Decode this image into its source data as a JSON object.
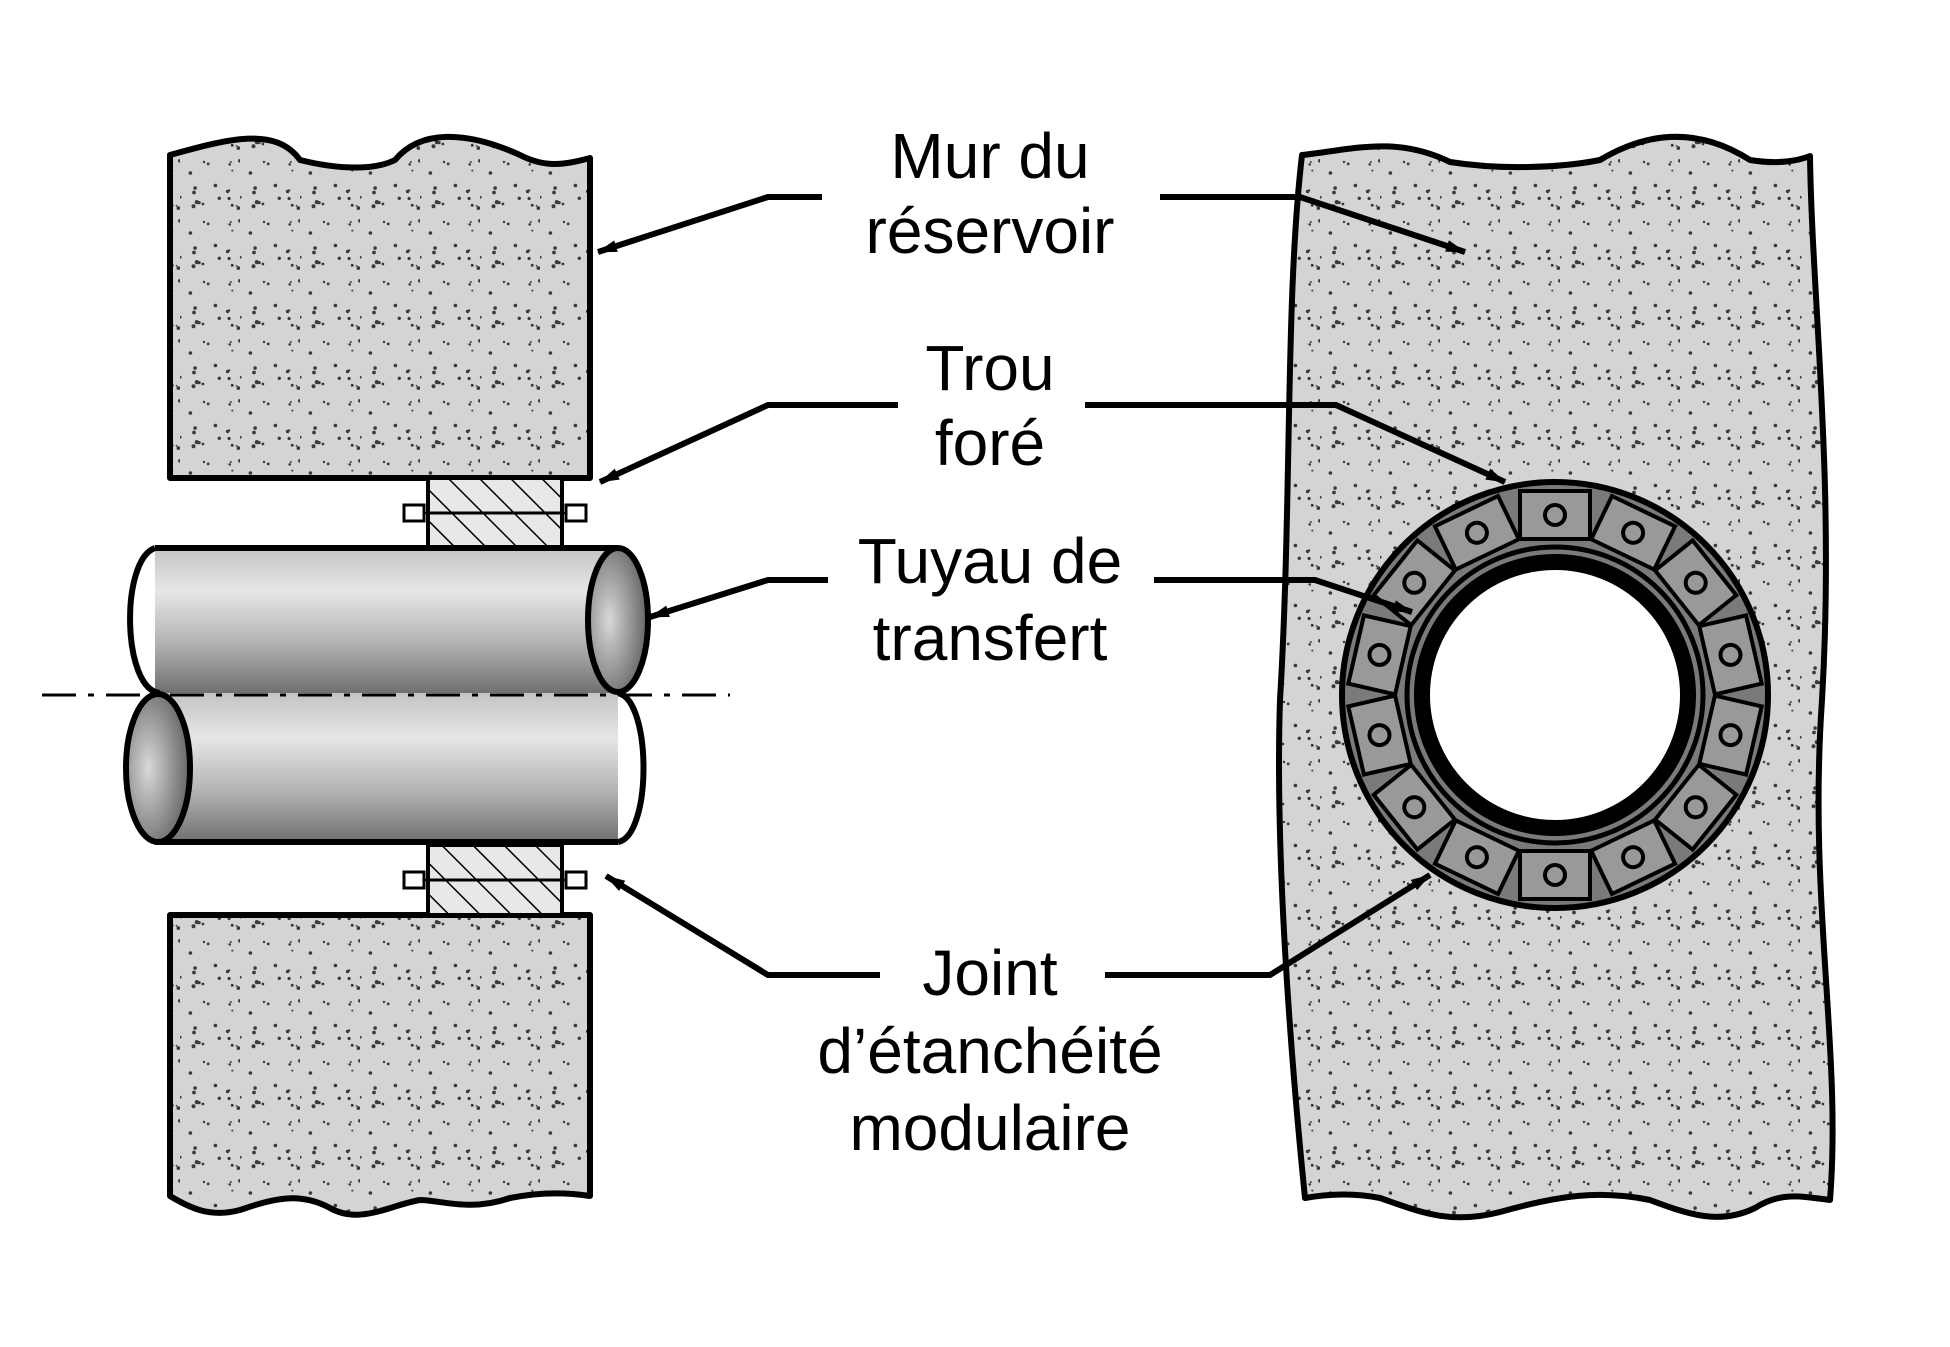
{
  "labels": {
    "tank_wall": [
      "Mur du",
      "réservoir"
    ],
    "drilled_hole": [
      "Trou",
      "foré"
    ],
    "transfer_pipe": [
      "Tuyau de",
      "transfert"
    ],
    "modular_seal": [
      "Joint",
      "d’étanchéité",
      "modulaire"
    ]
  },
  "colors": {
    "concrete": "#d4d4d4",
    "speckle": "#3a3a3a",
    "outline": "#000000",
    "seal_ring": "#7a7a7a",
    "seal_link": "#999999",
    "background": "#ffffff"
  },
  "icons": {
    "concrete_texture": "speckle-pattern",
    "seal_bolt": "bolt-icon",
    "hole_opening": "circle"
  }
}
